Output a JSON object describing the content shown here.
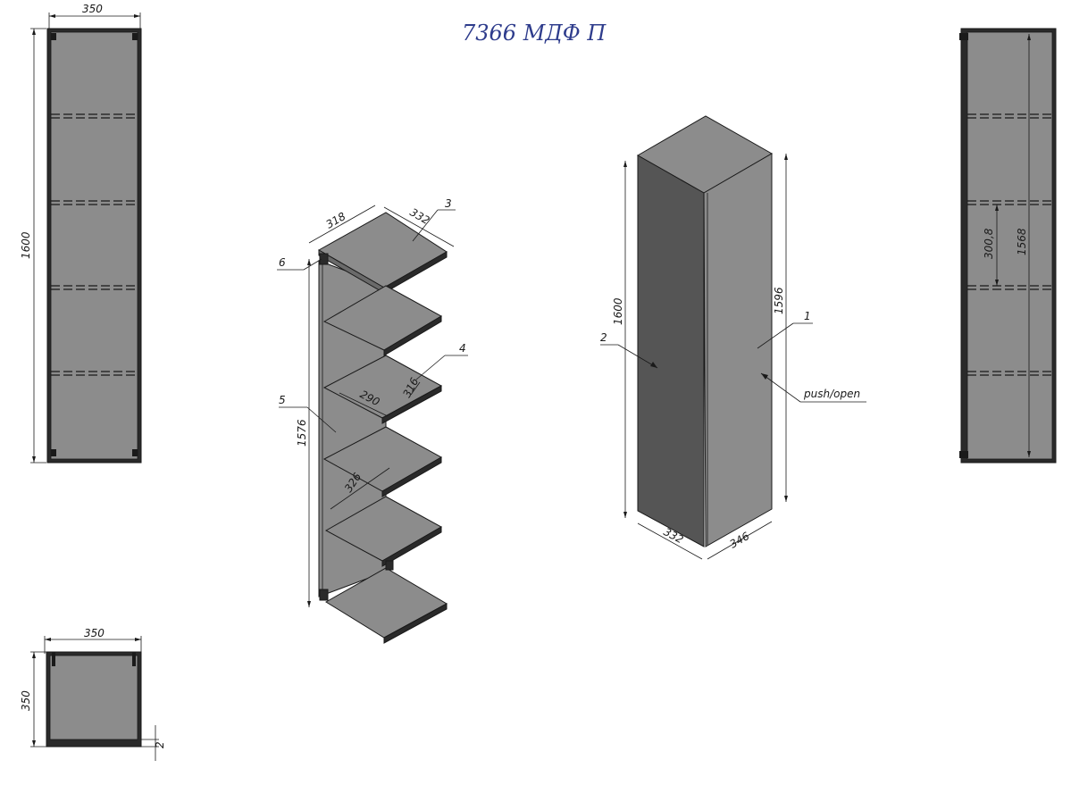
{
  "title": "7366  МДФ  П",
  "colors": {
    "panel_fill": "#8c8c8c",
    "panel_dark": "#545454",
    "line": "#1a1a1a",
    "title_color": "#2e3c8c"
  },
  "front_view": {
    "width_label": "350",
    "height_label": "1600"
  },
  "top_view": {
    "width_label": "350",
    "depth_label": "350",
    "thickness_label": "2"
  },
  "exploded_view": {
    "shelf_depth_label": "318",
    "shelf_width_label": "332",
    "inner_depth_label": "290",
    "inner_width_label": "316",
    "side_height_label": "1576",
    "small_label": "326",
    "callouts": {
      "c3": "3",
      "c4": "4",
      "c5": "5",
      "c6": "6"
    }
  },
  "iso_view": {
    "height_label": "1600",
    "front_height_label": "1596",
    "width_label": "332",
    "depth_label": "346",
    "callouts": {
      "c1": "1",
      "c2": "2"
    },
    "push_label": "push/open"
  },
  "side_section": {
    "spacing_label": "300,8",
    "inner_height_label": "1568"
  }
}
